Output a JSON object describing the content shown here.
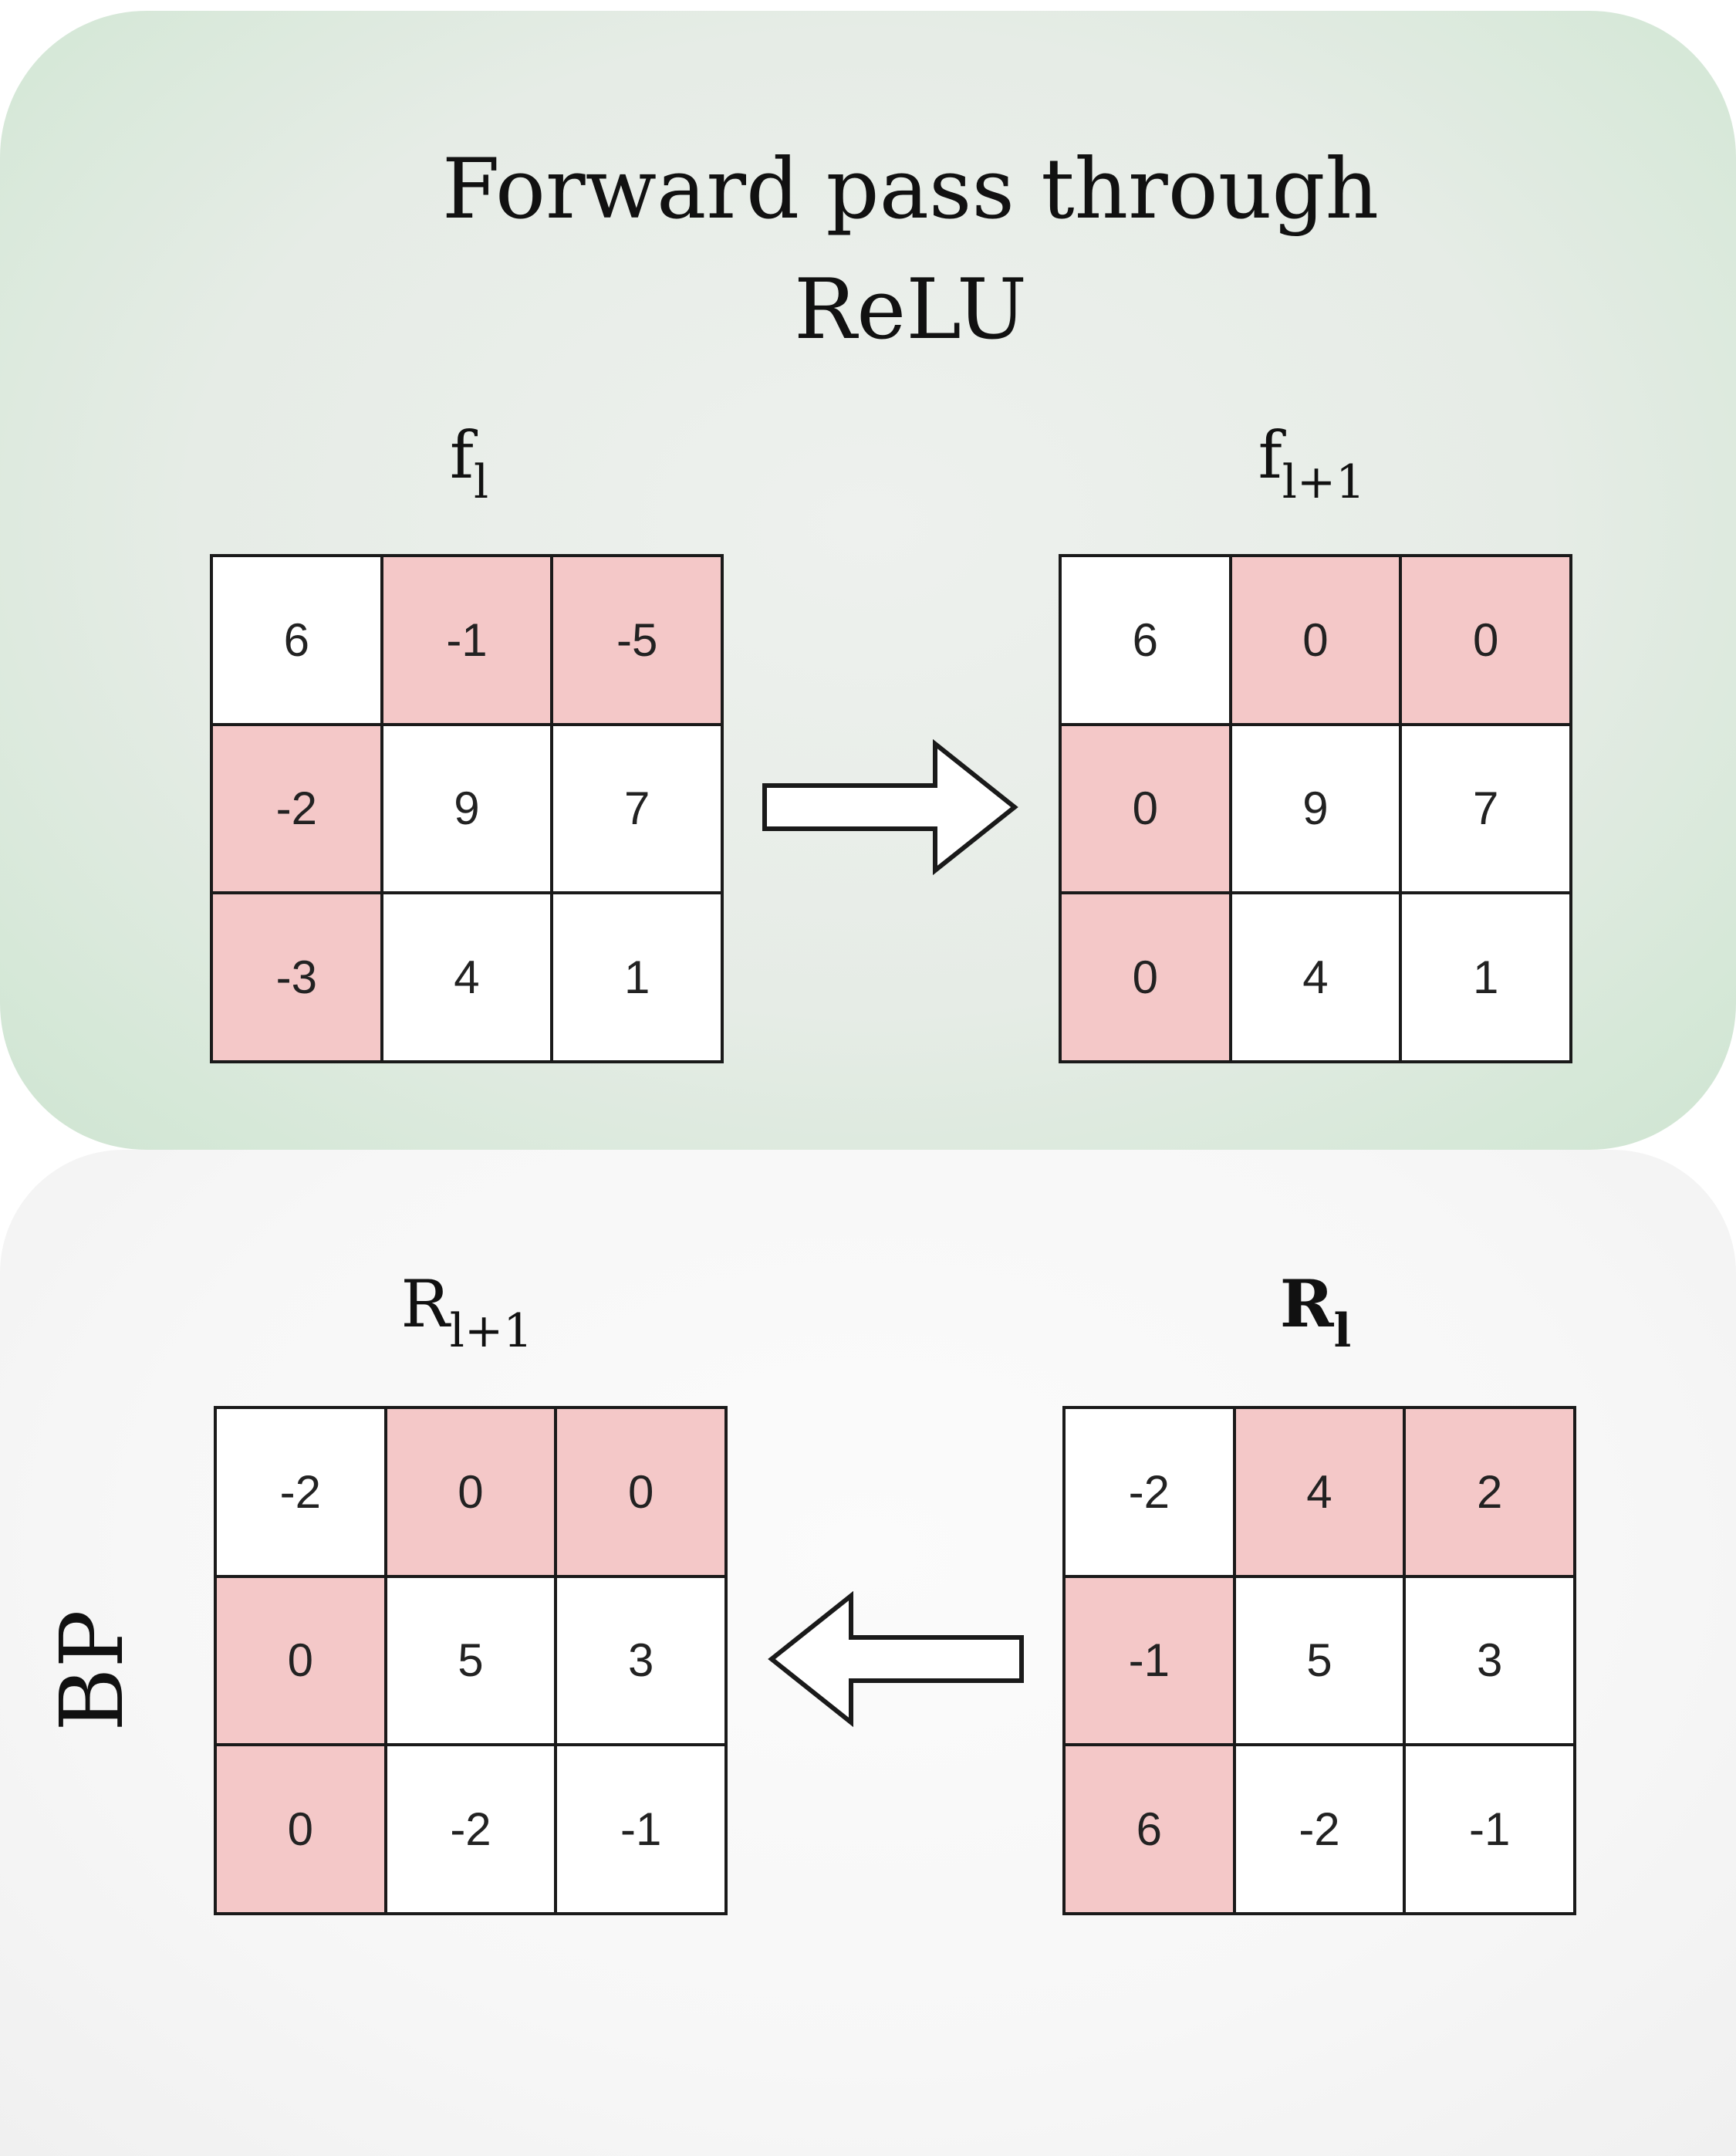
{
  "forward": {
    "title_line1": "Forward pass through",
    "title_line2": "ReLU",
    "input_label_base": "f",
    "input_label_sub": "l",
    "output_label_base": "f",
    "output_label_sub": "l+1",
    "input_matrix": [
      [
        "6",
        "-1",
        "-5"
      ],
      [
        "-2",
        "9",
        "7"
      ],
      [
        "-3",
        "4",
        "1"
      ]
    ],
    "output_matrix": [
      [
        "6",
        "0",
        "0"
      ],
      [
        "0",
        "9",
        "7"
      ],
      [
        "0",
        "4",
        "1"
      ]
    ],
    "arrow_direction": "right"
  },
  "backward": {
    "side_label": "BP",
    "left_label_base": "R",
    "left_label_sub": "l+1",
    "right_label_base": "R",
    "right_label_sub": "l",
    "left_matrix": [
      [
        "-2",
        "0",
        "0"
      ],
      [
        "0",
        "5",
        "3"
      ],
      [
        "0",
        "-2",
        "-1"
      ]
    ],
    "right_matrix": [
      [
        "-2",
        "4",
        "2"
      ],
      [
        "-1",
        "5",
        "3"
      ],
      [
        "6",
        "-2",
        "-1"
      ]
    ],
    "arrow_direction": "left"
  },
  "mask": [
    [
      false,
      true,
      true
    ],
    [
      true,
      false,
      false
    ],
    [
      true,
      false,
      false
    ]
  ],
  "colors": {
    "masked_cell": "#f4c8c8",
    "unmasked_cell": "#ffffff",
    "forward_panel": "#d6e8d8",
    "grid_line": "#1a1a1a"
  }
}
